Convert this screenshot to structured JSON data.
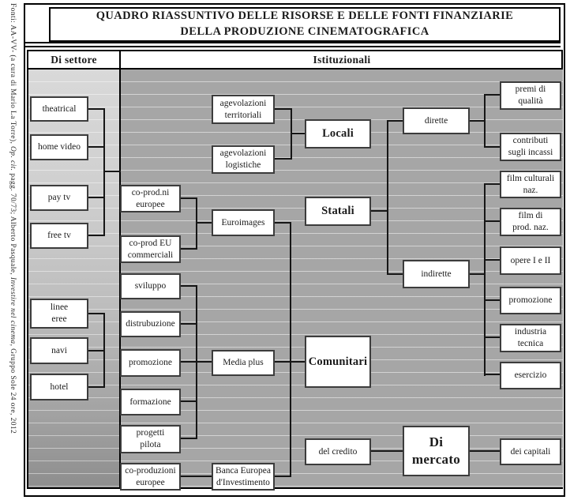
{
  "source_note": {
    "prefix": "Fonti: AA-VV- (a cura di Mario La Torre), ",
    "italic1": "Op. cit.",
    "mid": " pagg. 70/73; Alberto Pasquale, ",
    "italic2": "Investire nel cinema",
    "suffix": ", Gruppo Sole 24 ore, 2012"
  },
  "title": {
    "line1": "QUADRO RIASSUNTIVO DELLE RISORSE E DELLE FONTI FINANZIARIE",
    "line2": "DELLA PRODUZIONE CINEMATOGRAFICA"
  },
  "headers": {
    "left": "Di settore",
    "right": "Istituzionali"
  },
  "boxes": {
    "theatrical": "theatrical",
    "home_video": "home video",
    "pay_tv": "pay tv",
    "free_tv": "free tv",
    "linee_eree": "linee\neree",
    "navi": "navi",
    "hotel": "hotel",
    "coprodni_europee": "co-prod.ni\neuropee",
    "coprod_eu_commerciali": "co-prod EU\ncommerciali",
    "sviluppo": "sviluppo",
    "distrubuzione": "distrubuzione",
    "promozione_mid": "promozione",
    "formazione": "formazione",
    "progetti_pilota": "progetti\npilota",
    "coproduzioni_europee": "co-produzioni\neuropee",
    "agevolazioni_territoriali": "agevolazioni\nterritoriali",
    "agevolazioni_logistiche": "agevolazioni\nlogistiche",
    "euroimages": "Euroimages",
    "media_plus": "Media plus",
    "banca_europea": "Banca Europea\nd'Investimento",
    "locali": "Locali",
    "statali": "Statali",
    "comunitari": "Comunitari",
    "del_credito": "del credito",
    "dirette": "dirette",
    "indirette": "indirette",
    "di_mercato": "Di mercato",
    "premi_qualita": "premi di\nqualità",
    "contributi_incassi": "contributi\nsugli incassi",
    "film_culturali_naz": "film culturali\nnaz.",
    "film_prod_naz": "film di\nprod. naz.",
    "opere_1_2": "opere I e II",
    "promozione_right": "promozione",
    "industria_tecnica": "industria\ntecnica",
    "esercizio": "esercizio",
    "dei_capitali": "dei capitali"
  },
  "colors": {
    "area_dark": "#a6a6a6",
    "area_light_top": "#d9d9d9",
    "area_light_bottom": "#8e8e8e",
    "box_border": "#3c3c3c",
    "line": "#161616",
    "frame": "#000000"
  }
}
